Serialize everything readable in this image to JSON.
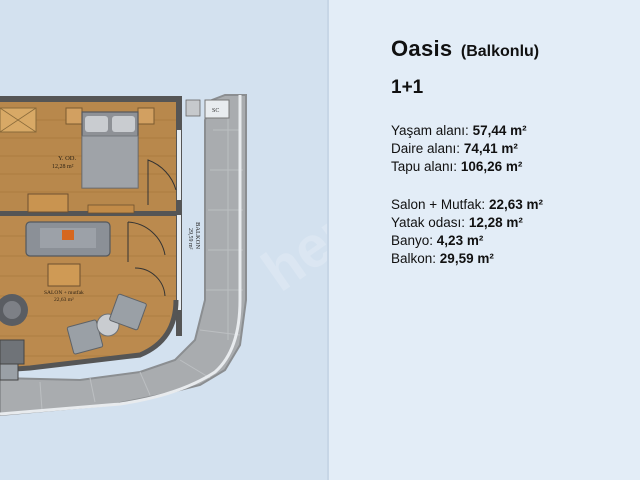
{
  "header": {
    "title": "Oasis",
    "subtitle": "(Balkonlu)",
    "unit_type": "1+1"
  },
  "areas": [
    {
      "label": "Yaşam alanı:",
      "value": "57,44 m²"
    },
    {
      "label": "Daire alanı:",
      "value": "74,41 m²"
    },
    {
      "label": "Tapu alanı:",
      "value": "106,26 m²"
    }
  ],
  "rooms": [
    {
      "label": "Salon + Mutfak:",
      "value": "22,63 m²"
    },
    {
      "label": "Yatak odası:",
      "value": "12,28 m²"
    },
    {
      "label": "Banyo:",
      "value": "4,23 m²"
    },
    {
      "label": "Balkon:",
      "value": "29,59 m²"
    }
  ],
  "plan_labels": {
    "bedroom": "Y. OD.",
    "bedroom_area": "12,28 m²",
    "living": "SALON + mutfak",
    "living_area": "22,63 m²",
    "balcony": "BALKON",
    "balcony_area": "29,59 m²",
    "shaft": "SC"
  },
  "watermark": "hepsiemlak"
}
